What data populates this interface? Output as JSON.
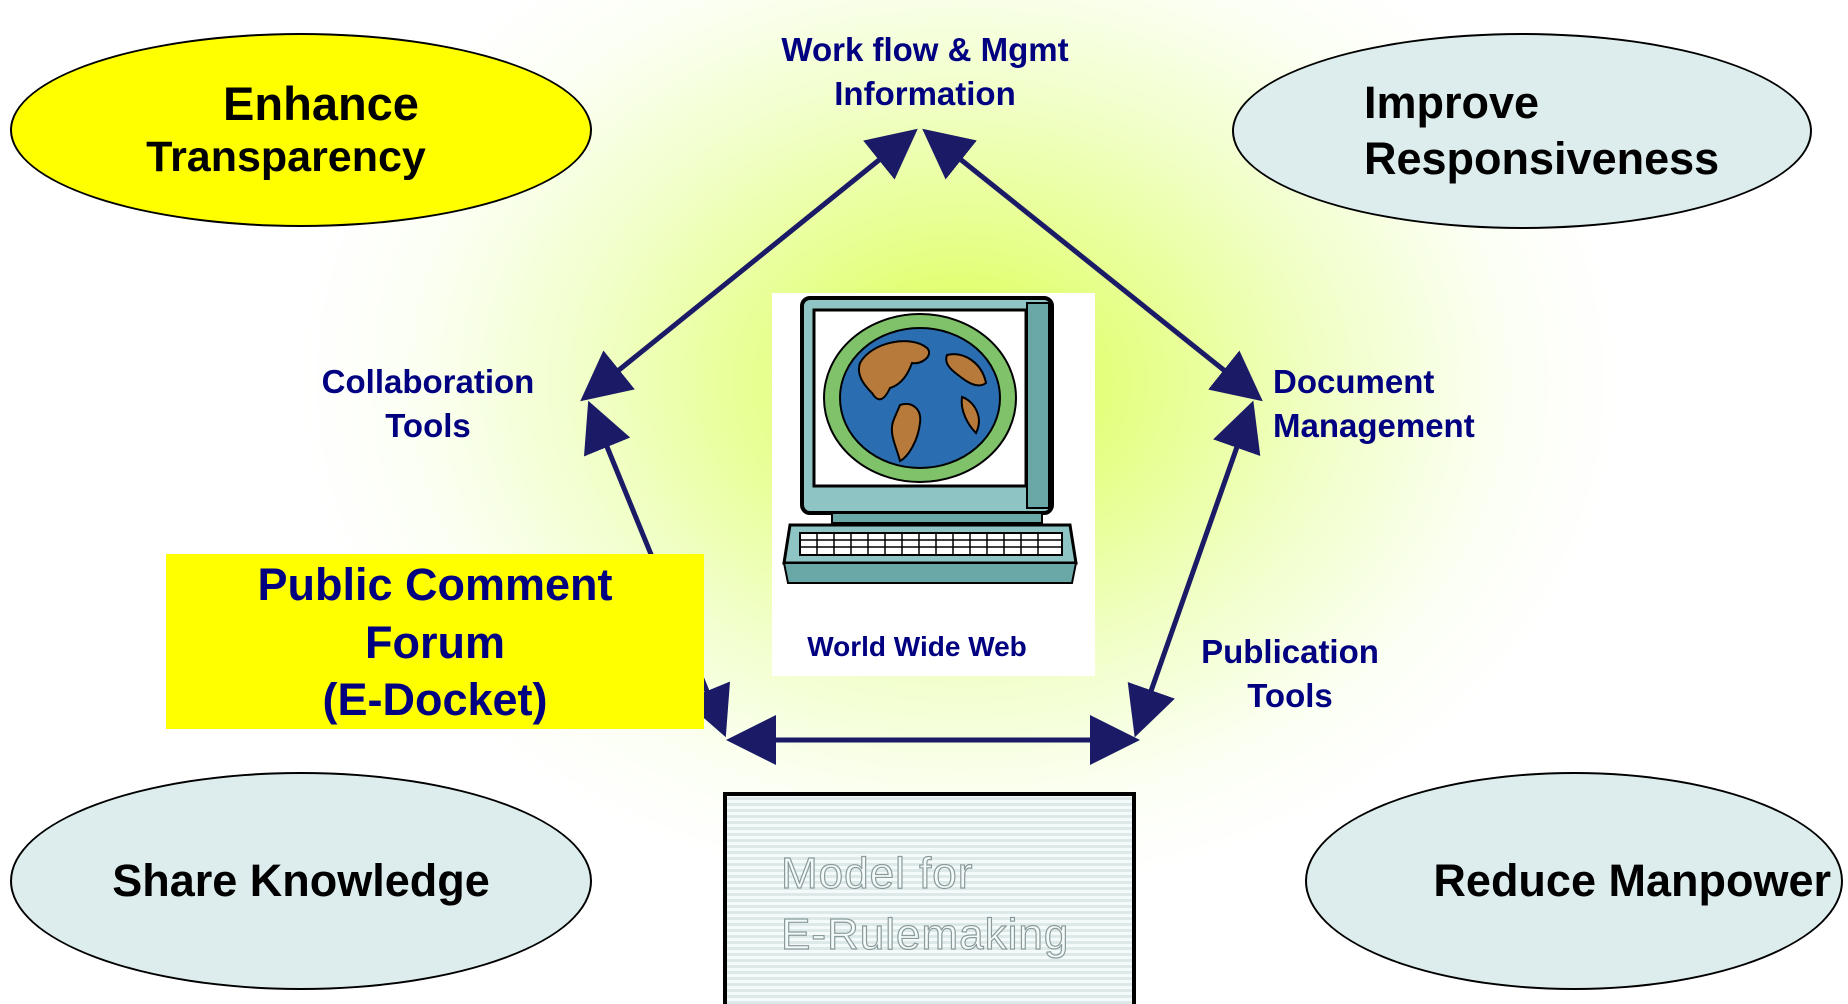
{
  "goals": {
    "enhance_transparency": [
      "Enhance",
      "Transparency"
    ],
    "improve_responsiveness": [
      "Improve",
      "Responsiveness"
    ],
    "share_knowledge": "Share Knowledge",
    "reduce_manpower": "Reduce Manpower"
  },
  "tools": {
    "workflow": [
      "Work flow & Mgmt",
      "Information"
    ],
    "collaboration": [
      "Collaboration",
      "Tools"
    ],
    "document": [
      "Document",
      "Management"
    ],
    "publication": [
      "Publication",
      "Tools"
    ]
  },
  "public_comment": [
    "Public Comment",
    "Forum",
    "(E-Docket)"
  ],
  "center_caption": "World Wide Web",
  "model_box": [
    "Model for",
    "E-Rulemaking"
  ],
  "colors": {
    "label_navy": "#000080",
    "arrow_navy": "#1a1a66",
    "highlight_yellow": "#ffff00",
    "oval_fill": "#ddecec",
    "glow_green": "#d9ff4a"
  },
  "icons": [
    "computer-globe-icon"
  ]
}
